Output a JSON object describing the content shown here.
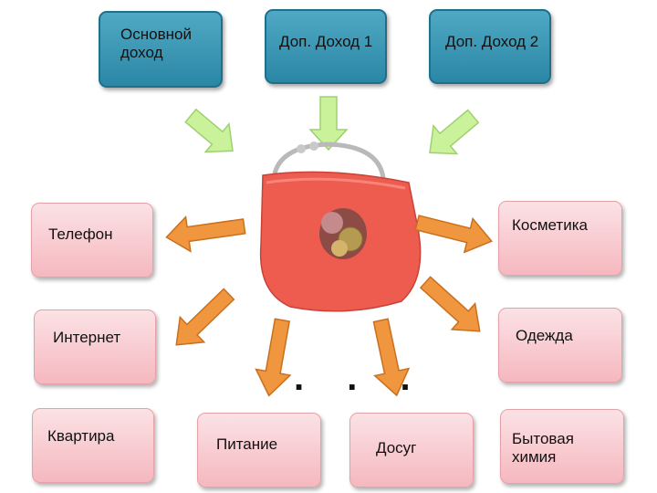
{
  "income": {
    "main": "Основной\nдоход",
    "extra1": "Доп. Доход 1",
    "extra2": "Доп. Доход 2"
  },
  "expenses": {
    "phone": "Телефон",
    "internet": "Интернет",
    "apartment": "Квартира",
    "food": "Питание",
    "leisure": "Досуг",
    "cosmetics": "Косметика",
    "clothes": "Одежда",
    "household": "Бытовая\nхимия"
  },
  "ellipsis": ". . .",
  "colors": {
    "income_box": "#3a9ab8",
    "expense_box": "#f7c6cc",
    "inflow_arrow": "#c9f29a",
    "outflow_arrow": "#f0963f",
    "wallet": "#ee5b4f"
  }
}
